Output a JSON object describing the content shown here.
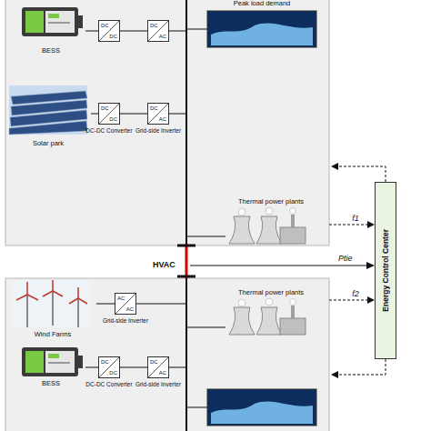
{
  "diagram": {
    "nodes": [
      {
        "text": [
          "BESS"
        ]
      },
      {
        "text": [
          "DC",
          "DC"
        ]
      },
      {
        "text": [
          "DC",
          "AC"
        ]
      },
      {
        "text": [
          "Peak load demand"
        ]
      },
      {
        "text": [
          "Solar park"
        ]
      },
      {
        "text": [
          "DC",
          "DC",
          "DC-DC Converter"
        ]
      },
      {
        "text": [
          "DC",
          "AC",
          "Grid-side Inverter"
        ]
      },
      {
        "text": [
          "Thermal power plants"
        ]
      },
      {
        "text": [
          "Energy Control Center"
        ]
      },
      {
        "text": [
          "Thermal power plants"
        ]
      },
      {
        "text": [
          "Wind Farms"
        ]
      },
      {
        "text": [
          "AC",
          "AC",
          "Grid-side Inverter"
        ]
      },
      {
        "text": [
          "BESS"
        ]
      },
      {
        "text": [
          "DC",
          "DC",
          "DC-DC Converter"
        ]
      },
      {
        "text": [
          "DC",
          "AC",
          "Grid-side Inverter"
        ]
      }
    ],
    "edges": [
      {
        "from": 0,
        "to": 1,
        "arrow": "none"
      },
      {
        "from": 1,
        "to": 2,
        "arrow": "none"
      },
      {
        "from": 4,
        "to": 5,
        "arrow": "none"
      },
      {
        "from": 5,
        "to": 6,
        "arrow": "none"
      },
      {
        "from": 7,
        "to": 8,
        "label": "f1",
        "arrow": "to"
      },
      {
        "from": 9,
        "to": 8,
        "label": "f2",
        "arrow": "to"
      },
      {
        "from": 10,
        "to": 11,
        "arrow": "none"
      },
      {
        "from": 12,
        "to": 13,
        "arrow": "none"
      },
      {
        "from": 13,
        "to": 14,
        "arrow": "none"
      }
    ],
    "labels": [
      "HVAC",
      "Ptie"
    ]
  }
}
